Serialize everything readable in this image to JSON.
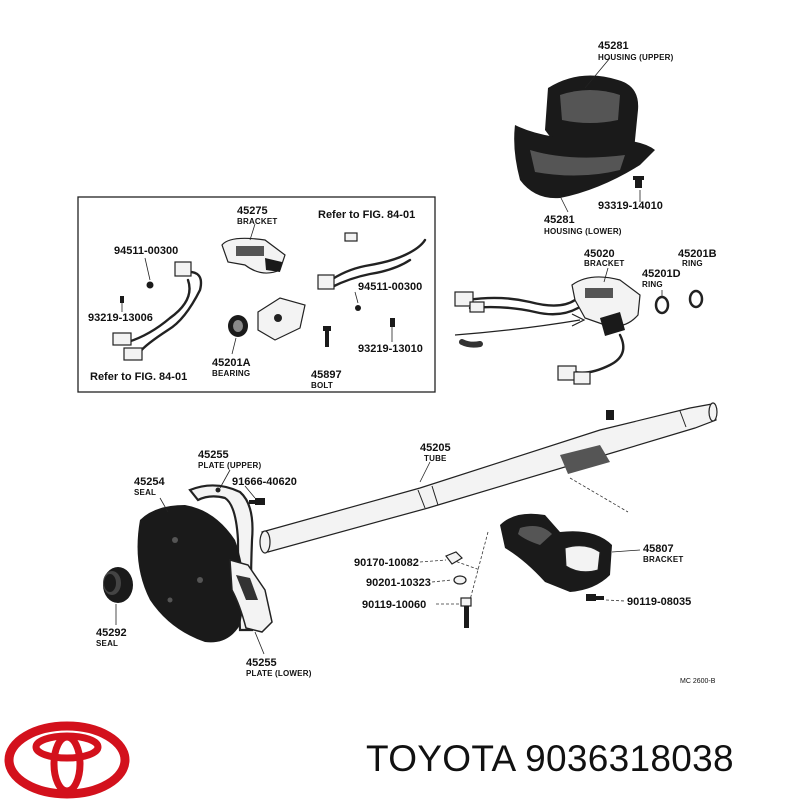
{
  "brand": {
    "name": "TOYOTA",
    "part_number": "9036318038",
    "logo_color": "#d3111c"
  },
  "diagram": {
    "code": "MC 2600-B",
    "refs": {
      "ref_right": "Refer to FIG. 84-01",
      "ref_left": "Refer to FIG. 84-01"
    },
    "parts": {
      "p45281u": {
        "num": "45281",
        "name": "HOUSING (UPPER)"
      },
      "p45281l": {
        "num": "45281",
        "name": "HOUSING (LOWER)"
      },
      "p93319": {
        "num": "93319-14010"
      },
      "p45275": {
        "num": "45275",
        "name": "BRACKET"
      },
      "p94511a": {
        "num": "94511-00300"
      },
      "p94511b": {
        "num": "94511-00300"
      },
      "p93219a": {
        "num": "93219-13006"
      },
      "p93219b": {
        "num": "93219-13010"
      },
      "p45201a": {
        "num": "45201A",
        "name": "BEARING"
      },
      "p45897": {
        "num": "45897",
        "name": "BOLT"
      },
      "p45020": {
        "num": "45020",
        "name": "BRACKET"
      },
      "p45201b": {
        "num": "45201B"
      },
      "p45201d": {
        "num": "45201D",
        "name": "RING"
      },
      "p45201b_ring": {
        "name": "RING"
      },
      "p45205": {
        "num": "45205",
        "name": "TUBE"
      },
      "p45255u": {
        "num": "45255",
        "name": "PLATE (UPPER)"
      },
      "p45254": {
        "num": "45254",
        "name": "SEAL"
      },
      "p91666": {
        "num": "91666-40620"
      },
      "p90170": {
        "num": "90170-10082"
      },
      "p90201": {
        "num": "90201-10323"
      },
      "p90119a": {
        "num": "90119-10060"
      },
      "p45807": {
        "num": "45807",
        "name": "BRACKET"
      },
      "p90119b": {
        "num": "90119-08035"
      },
      "p45292": {
        "num": "45292",
        "name": "SEAL"
      },
      "p45255l": {
        "num": "45255",
        "name": "PLATE (LOWER)"
      }
    }
  }
}
